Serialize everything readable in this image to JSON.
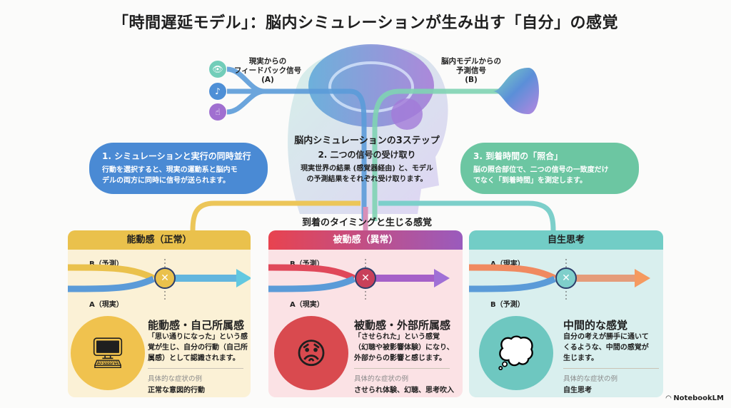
{
  "title": "「時間遅延モデル」：脳内シミュレーションが生み出す「自分」の感覚",
  "signals": {
    "feedback": {
      "line1": "現実からの",
      "line2": "フィードバック信号",
      "line3": "(A)"
    },
    "prediction": {
      "line1": "脳内モデルからの",
      "line2": "予測信号",
      "line3": "(B)"
    },
    "icons": [
      "eye-icon",
      "ear-icon",
      "hand-touch-icon"
    ]
  },
  "steps": {
    "heading": "脳内シミュレーションの3ステップ",
    "items": [
      {
        "title": "1. シミュレーションと実行の同時並行",
        "desc1": "行動を選択すると、現実の運動系と脳内モ",
        "desc2": "デルの両方に同時に信号が送られます。"
      },
      {
        "title": "2. 二つの信号の受け取り",
        "desc1": "現実世界の結果 (感覚器経由) と、モデル",
        "desc2": "の予測結果をそれぞれ受け取ります。"
      },
      {
        "title": "3. 到着時間の「照合」",
        "desc1": "脳の照合部位で、二つの信号の一致度だけ",
        "desc2": "でなく「到着時間」を測定します。"
      }
    ]
  },
  "timing_heading": "到着のタイミングと生じる感覚",
  "panels": [
    {
      "header": "能動感（正常）",
      "top_label": "B（予測）",
      "bottom_label": "A（現実）",
      "title": "能動感・自己所属感",
      "desc": [
        "「思い通りになった」という感",
        "覚が生じ、自分の行動（自己所",
        "属感）として認識されます。"
      ],
      "example_label": "具体的な症状の例",
      "example": "正常な意図的行動"
    },
    {
      "header": "被動感（異常）",
      "top_label": "B（予測）",
      "bottom_label": "A（現実）",
      "title": "被動感・外部所属感",
      "desc": [
        "「させられた」という感覚",
        "（幻聴や被影響体験）になり、",
        "外部からの影響と感じます。"
      ],
      "example_label": "具体的な症状の例",
      "example": "させられ体験、幻聴、思考吹入"
    },
    {
      "header": "自生思考",
      "top_label": "A（現実）",
      "bottom_label": "B（予測）",
      "title": "中間的な感覚",
      "desc": [
        "自分の考えが勝手に通いて",
        "くるような、中間の感覚が",
        "生じます。"
      ],
      "example_label": "具体的な症状の例",
      "example": "自生思考"
    }
  ],
  "watermark": "NotebookLM",
  "colors": {
    "blue": "#4a8ad4",
    "green": "#6cc6a2",
    "yellow": "#eac14c",
    "red": "#e0485a",
    "purple": "#9b5fc0",
    "teal": "#72cdc6"
  }
}
